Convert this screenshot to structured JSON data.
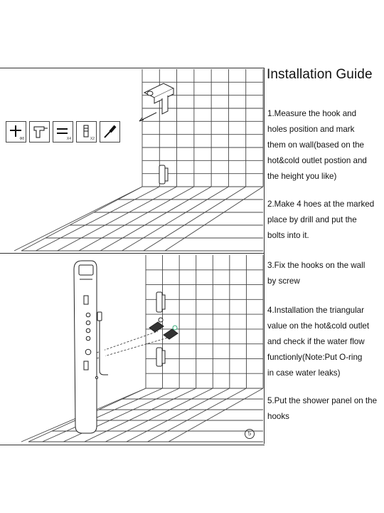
{
  "guide": {
    "title": "Installation Guide",
    "steps": [
      {
        "lines": [
          "1.Measure the hook and",
          "holes position and mark",
          "them on wall(based on the",
          "hot&cold outlet postion and",
          "the height you like)"
        ]
      },
      {
        "lines": [
          "2.Make 4 hoes at the marked",
          " place by drill and put the",
          " bolts into it."
        ]
      },
      {
        "lines": [
          "3.Fix the hooks on the wall",
          "by screw"
        ]
      },
      {
        "lines": [
          "4.Installation the triangular",
          "value on the hot&cold outlet",
          " and check if the water flow",
          "functionly(Note:Put O-ring",
          " in case water leaks)"
        ]
      },
      {
        "lines": [
          "5.Put the shower panel on the",
          " hooks"
        ]
      }
    ]
  },
  "tools": [
    {
      "icon": "cross-screwdriver-icon",
      "label": "Ф8"
    },
    {
      "icon": "drill-icon",
      "label": ""
    },
    {
      "icon": "screws-icon",
      "label": "X4"
    },
    {
      "icon": "bolt-icon",
      "label": "X2"
    },
    {
      "icon": "screwdriver-icon",
      "label": ""
    }
  ],
  "figure_number": "5"
}
